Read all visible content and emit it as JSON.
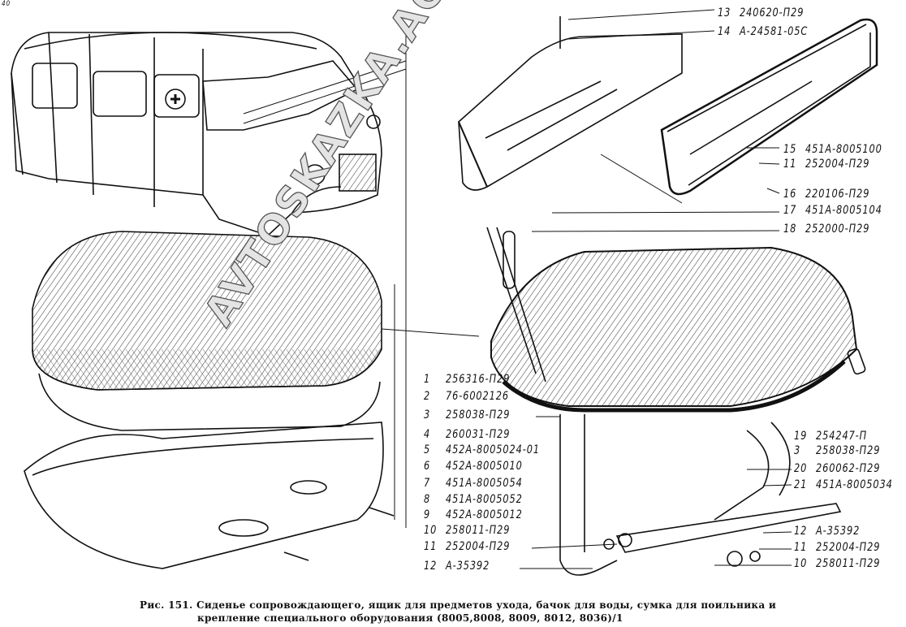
{
  "corner_mark": "40",
  "watermark": "AVTOSKAZKA.ACAT.ONLINE",
  "callouts_top_right": [
    {
      "num": "13",
      "part": "240620-П29"
    },
    {
      "num": "14",
      "part": "А-24581-05С"
    },
    {
      "num": "15",
      "part": "451А-8005100"
    },
    {
      "num": "11",
      "part": "252004-П29"
    },
    {
      "num": "16",
      "part": "220106-П29"
    },
    {
      "num": "17",
      "part": "451А-8005104"
    },
    {
      "num": "18",
      "part": "252000-П29"
    }
  ],
  "callouts_middle": [
    {
      "num": "1",
      "part": "256316-П29"
    },
    {
      "num": "2",
      "part": "76-6002126"
    },
    {
      "num": "3",
      "part": "258038-П29"
    },
    {
      "num": "4",
      "part": "260031-П29"
    },
    {
      "num": "5",
      "part": "452А-8005024-01"
    },
    {
      "num": "6",
      "part": "452А-8005010"
    },
    {
      "num": "7",
      "part": "451А-8005054"
    },
    {
      "num": "8",
      "part": "451А-8005052"
    },
    {
      "num": "9",
      "part": "452А-8005012"
    },
    {
      "num": "10",
      "part": "258011-П29"
    },
    {
      "num": "11",
      "part": "252004-П29"
    },
    {
      "num": "12",
      "part": "А-35392"
    }
  ],
  "callouts_bottom_right": [
    {
      "num": "19",
      "part": "254247-П"
    },
    {
      "num": "3",
      "part": "258038-П29"
    },
    {
      "num": "20",
      "part": "260062-П29"
    },
    {
      "num": "21",
      "part": "451А-8005034"
    },
    {
      "num": "12",
      "part": "А-35392"
    },
    {
      "num": "11",
      "part": "252004-П29"
    },
    {
      "num": "10",
      "part": "258011-П29"
    }
  ],
  "caption": {
    "line1": "Рис. 151. Сиденье сопровождающего, ящик для предметов ухода, бачок для воды, сумка для поильника и",
    "line2": "крепление специального оборудования (8005,8008, 8009, 8012, 8036)/1"
  }
}
